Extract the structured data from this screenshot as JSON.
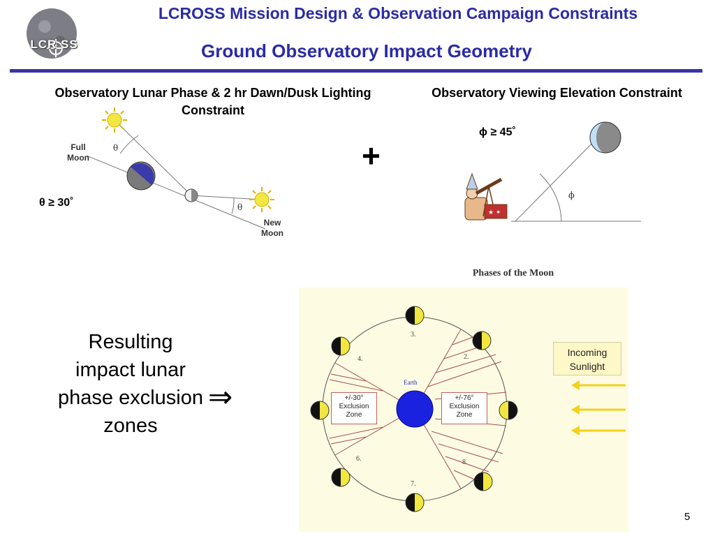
{
  "header": {
    "logo_text": "LCR SS",
    "title": "LCROSS Mission Design & Observation Campaign Constraints",
    "subtitle": "Ground Observatory Impact Geometry"
  },
  "lighting_diagram": {
    "heading": "Observatory Lunar Phase & 2 hr Dawn/Dusk Lighting Constraint",
    "full_moon_label": "Full Moon",
    "new_moon_label": "New Moon",
    "theta_symbol": "θ",
    "constraint": "θ ≥ 30˚"
  },
  "plus_symbol": "+",
  "elevation_diagram": {
    "heading": "Observatory Viewing Elevation Constraint",
    "phi_symbol": "ϕ",
    "constraint": "ϕ ≥ 45˚"
  },
  "result": {
    "text": "Resulting impact lunar phase exclusion zones",
    "implies_symbol": "⇒"
  },
  "phases_diagram": {
    "title": "Phases of the Moon",
    "earth_label": "Earth",
    "incoming_sunlight": "Incoming Sunlight",
    "left_zone": {
      "angle": "+/-30°",
      "line2": "Exclusion",
      "line3": "Zone"
    },
    "right_zone": {
      "angle": "+/-76°",
      "line2": "Exclusion",
      "line3": "Zone"
    },
    "phase_numbers": [
      "3.",
      "2.",
      "4.",
      "6.",
      "8.",
      "7."
    ]
  },
  "footer": {
    "page_number": "5"
  },
  "colors": {
    "title_blue": "#2b2ba6",
    "moon_blue": "#3a3aaa",
    "moon_gray": "#7a7a7a",
    "sun_yellow": "#f2e640",
    "earth_blue": "#1a22e0",
    "arrow_yellow": "#f2d21a"
  }
}
